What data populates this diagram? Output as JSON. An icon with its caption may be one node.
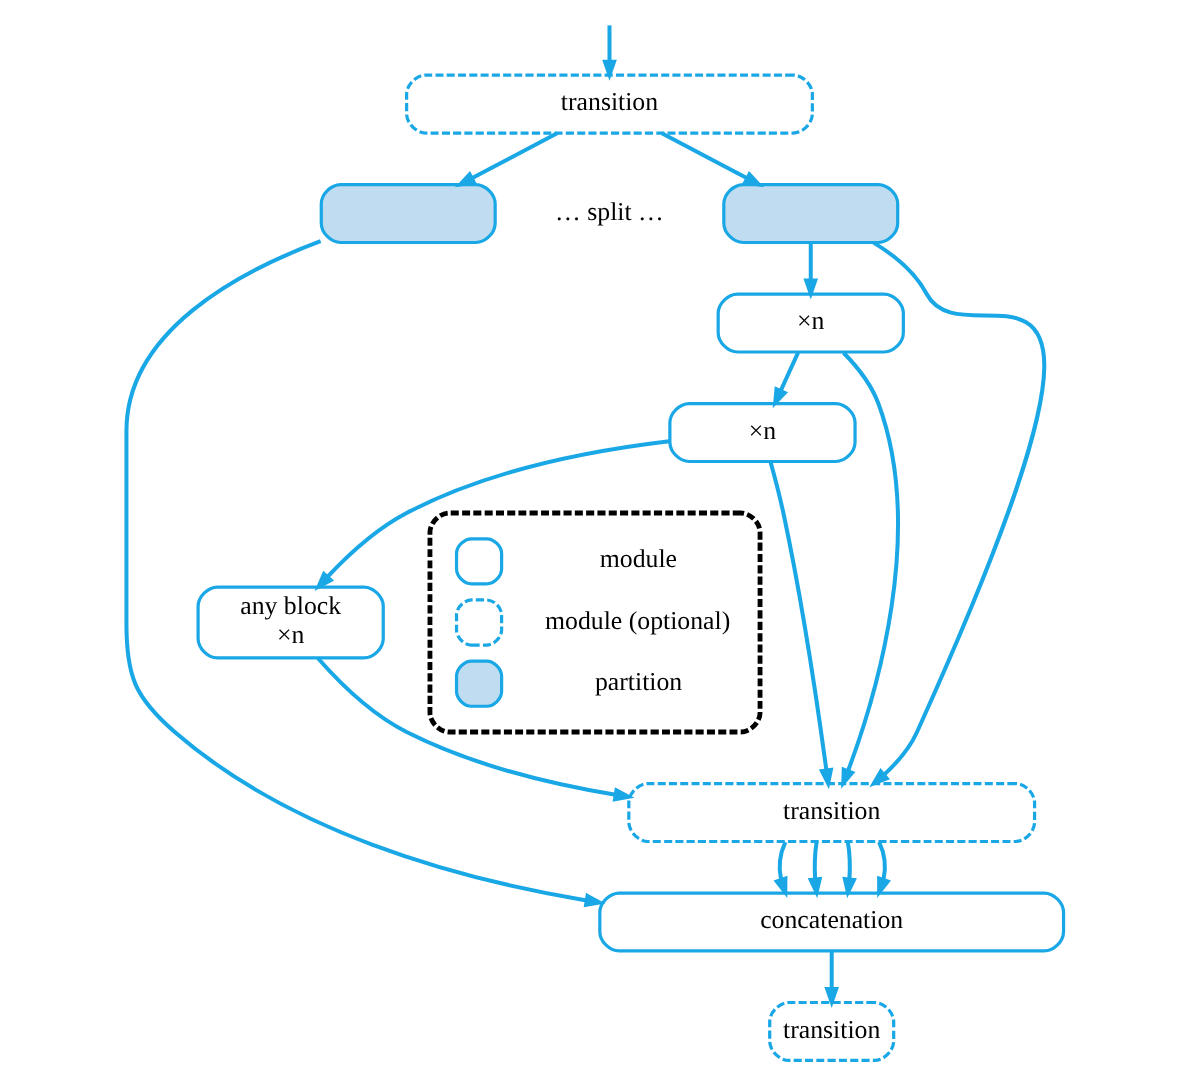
{
  "diagram": {
    "nodes": [
      {
        "text": [
          "transition"
        ]
      },
      {
        "text": [],
        "shape": "box"
      },
      {
        "text": [],
        "shape": "box"
      },
      {
        "text": [
          "×n"
        ]
      },
      {
        "text": [
          "×n"
        ]
      },
      {
        "text": [
          "any block",
          "×n"
        ]
      },
      {
        "text": [
          "transition"
        ]
      },
      {
        "text": [
          "concatenation"
        ]
      },
      {
        "text": [
          "transition"
        ]
      }
    ],
    "edges": [
      {
        "from": null,
        "to": 0,
        "arrow": "to"
      },
      {
        "from": 0,
        "to": 1,
        "arrow": "to"
      },
      {
        "from": 0,
        "to": 2,
        "arrow": "to"
      },
      {
        "from": 1,
        "to": 7,
        "arrow": "to"
      },
      {
        "from": 2,
        "to": 3,
        "arrow": "to"
      },
      {
        "from": 2,
        "to": 6,
        "arrow": "to"
      },
      {
        "from": 3,
        "to": 4,
        "arrow": "to"
      },
      {
        "from": 4,
        "to": 5,
        "arrow": "to"
      },
      {
        "from": 3,
        "to": 6,
        "arrow": "to"
      },
      {
        "from": 4,
        "to": 6,
        "arrow": "to"
      },
      {
        "from": 5,
        "to": 6,
        "arrow": "to"
      },
      {
        "from": 6,
        "to": 7,
        "arrow": "to"
      },
      {
        "from": 6,
        "to": 7,
        "arrow": "to"
      },
      {
        "from": 6,
        "to": 7,
        "arrow": "to"
      },
      {
        "from": 6,
        "to": 7,
        "arrow": "to"
      },
      {
        "from": 7,
        "to": 8,
        "arrow": "to"
      }
    ],
    "labels": [
      "… split …"
    ],
    "legend": [
      {
        "text": "module"
      },
      {
        "text": "module (optional)"
      },
      {
        "text": "partition",
        "color": "#c0dcf0"
      }
    ]
  }
}
